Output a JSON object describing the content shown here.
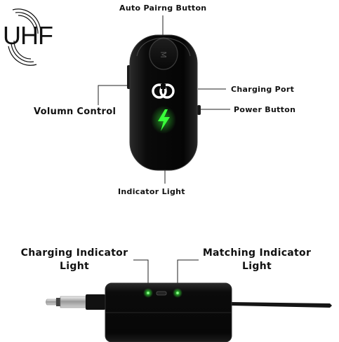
{
  "logo": {
    "text": "UHF"
  },
  "labels": {
    "auto_pairing_button": "Auto Pairng Button",
    "charging_port": "Charging Port",
    "volume_control": "Volumn Control",
    "power_button": "Power Button",
    "indicator_light": "Indicator Light",
    "charging_indicator_light_line1": "Charging Indicator",
    "charging_indicator_light_line2": "Light",
    "matching_indicator_light_line1": "Matching Indicator",
    "matching_indicator_light_line2": "Light"
  },
  "colors": {
    "accent_green": "#39ff3a",
    "device_body": "#0b0b0b",
    "label_text": "#111111"
  },
  "icons": {
    "logo_mark": "uhf-wave-arcs",
    "device_badge": "co-logo",
    "bolt": "lightning-bolt-icon"
  }
}
